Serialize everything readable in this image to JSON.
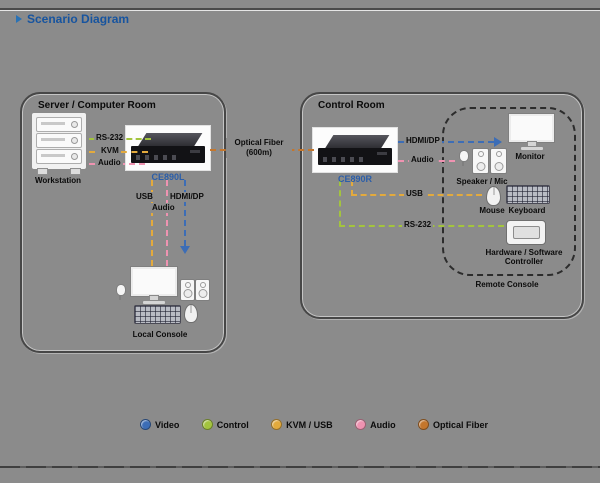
{
  "page": {
    "title": "Scenario Diagram"
  },
  "rooms": {
    "server": {
      "title": "Server / Computer Room"
    },
    "control": {
      "title": "Control Room"
    }
  },
  "server_room": {
    "workstation_label": "Workstation",
    "device_label": "CE890L",
    "links": {
      "rs232": "RS-232",
      "kvm": "KVM",
      "audio": "Audio"
    },
    "console_links": {
      "usb": "USB",
      "video": "HDMI/DP",
      "audio": "Audio"
    },
    "console_label": "Local Console"
  },
  "backbone": {
    "label": "Optical Fiber",
    "distance": "(600m)"
  },
  "control_room": {
    "device_label": "CE890R",
    "links": {
      "video": "HDMI/DP",
      "audio": "Audio",
      "usb": "USB",
      "rs232": "RS-232"
    },
    "monitor_label": "Monitor",
    "speaker_label": "Speaker / Mic",
    "mouse_label": "Mouse",
    "keyboard_label": "Keyboard",
    "controller_line1": "Hardware / Software",
    "controller_line2": "Controller",
    "console_label": "Remote Console"
  },
  "colors": {
    "video": "#3c6db6",
    "control": "#a3c43e",
    "kvm_usb": "#e3aa3d",
    "audio": "#ef93b1",
    "optical": "#c4762c"
  },
  "legend": {
    "items": [
      {
        "label": "Video",
        "color": "#3c6db6"
      },
      {
        "label": "Control",
        "color": "#a3c43e"
      },
      {
        "label": "KVM / USB",
        "color": "#e3aa3d"
      },
      {
        "label": "Audio",
        "color": "#ef93b1"
      },
      {
        "label": "Optical Fiber",
        "color": "#c4762c"
      }
    ]
  }
}
